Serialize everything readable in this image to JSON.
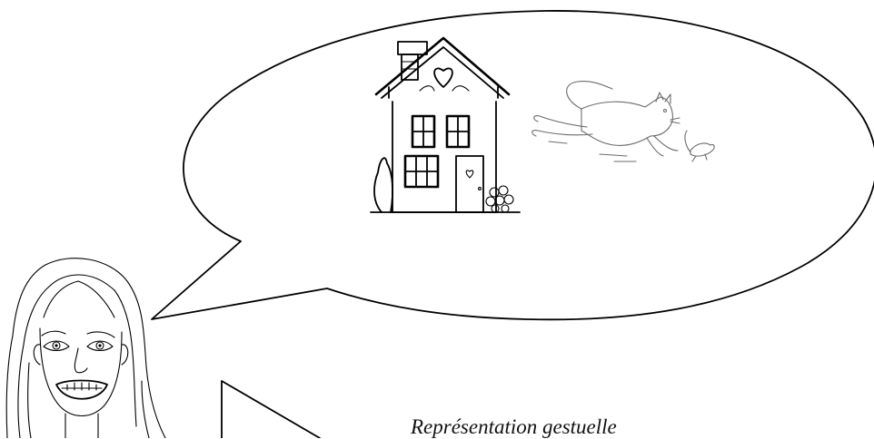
{
  "caption": "Représentation gestuelle",
  "illustration": {
    "speech_bubble": "thought-bubble",
    "house": "house-icon",
    "cat_chasing_mouse": "cat-chasing-mouse-icon",
    "girl": "girl-portrait",
    "second_bubble": "speech-bubble-tail"
  },
  "colors": {
    "ink": "#000000",
    "sketch": "#6b6b6b",
    "background": "#ffffff"
  }
}
